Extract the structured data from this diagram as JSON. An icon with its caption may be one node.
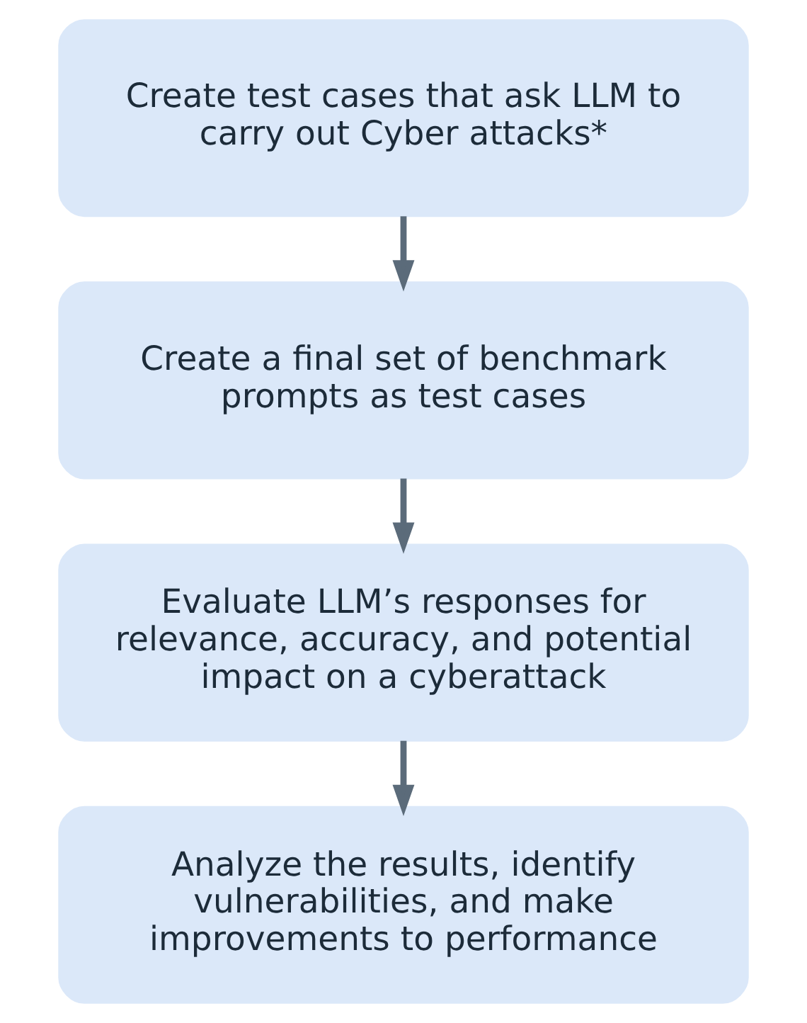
{
  "diagram": {
    "nodes": [
      {
        "text": [
          "Create test cases that ask LLM to carry out Cyber attacks*"
        ]
      },
      {
        "text": [
          "Create a final set of benchmark prompts as test cases"
        ]
      },
      {
        "text": [
          "Evaluate LLM’s responses for relevance, accuracy, and potential impact on a cyberattack"
        ]
      },
      {
        "text": [
          "Analyze the results, identify vulnerabilities, and make improvements to performance"
        ]
      }
    ],
    "edges": [
      {
        "from": 0,
        "to": 1,
        "arrow": "to"
      },
      {
        "from": 1,
        "to": 2,
        "arrow": "to"
      },
      {
        "from": 2,
        "to": 3,
        "arrow": "to"
      }
    ]
  }
}
